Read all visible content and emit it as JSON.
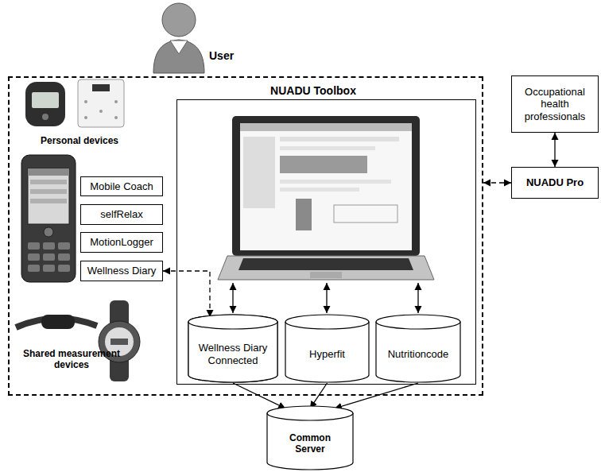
{
  "diagram": {
    "nodes": [
      {
        "text": [
          "NUADU Toolbox"
        ]
      },
      {
        "text": [
          "Mobile Coach"
        ],
        "in": 0
      },
      {
        "text": [
          "selfRelax"
        ],
        "in": 0
      },
      {
        "text": [
          "MotionLogger"
        ],
        "in": 0
      },
      {
        "text": [
          "Wellness Diary"
        ],
        "in": 0
      },
      {
        "text": [
          "Wellness Diary Connected"
        ],
        "in": 0
      },
      {
        "text": [
          "Hyperfit"
        ],
        "in": 0
      },
      {
        "text": [
          "Nutritioncode"
        ],
        "in": 0
      },
      {
        "text": [
          "Occupational health professionals"
        ]
      },
      {
        "text": [
          "NUADU Pro"
        ]
      },
      {
        "text": [
          "Common Server"
        ]
      }
    ],
    "edges": [
      {
        "from": 4,
        "to": 5,
        "arrow": "both"
      },
      {
        "from": 5,
        "to": 10,
        "arrow": "to"
      },
      {
        "from": 6,
        "to": 10,
        "arrow": "to"
      },
      {
        "from": 7,
        "to": 10,
        "arrow": "to"
      },
      {
        "from": 8,
        "to": 9,
        "arrow": "both"
      },
      {
        "from": 0,
        "to": 9,
        "arrow": "both"
      }
    ],
    "labels": [
      "User",
      "Personal devices",
      "Shared measurement devices"
    ]
  }
}
